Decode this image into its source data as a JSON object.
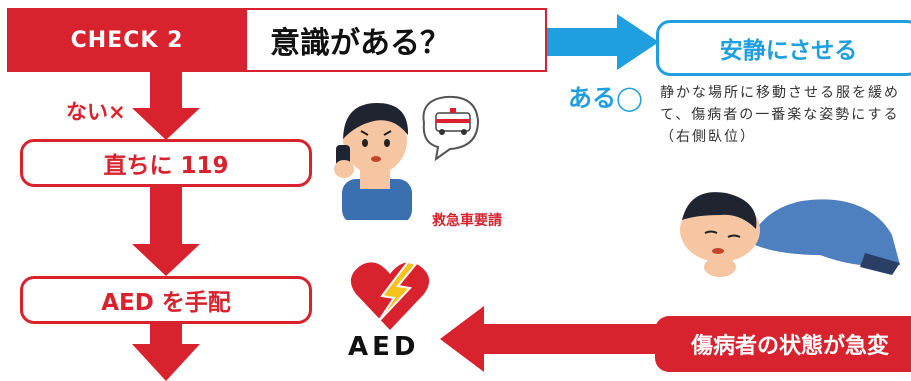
{
  "check": {
    "label": "CHECK 2",
    "question": "意識がある？"
  },
  "branch_no": {
    "label": "ない×"
  },
  "step_call": {
    "label": "直ちに 119"
  },
  "step_aed": {
    "label": "AED を手配"
  },
  "branch_yes": {
    "label": "ある◯"
  },
  "calm": {
    "title": "安静にさせる",
    "desc_1": "静かな場所に移動させる服を緩め",
    "desc_2": "て、傷病者の一番楽な姿勢にする",
    "desc_3": "（右側臥位）"
  },
  "ambulance_caption": "救急車要請",
  "aed_logo_text": "AED",
  "change": {
    "label": "傷病者の状態が急変"
  },
  "colors": {
    "red": "#d8232f",
    "blue": "#1f9ee0"
  }
}
